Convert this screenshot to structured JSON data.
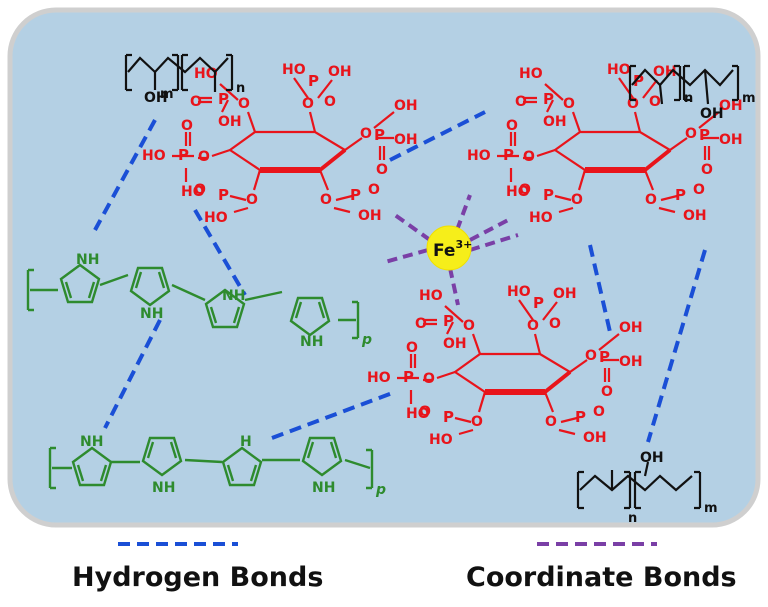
{
  "colors": {
    "panel": "#b4d0e4",
    "panel_border": "#cfcfcf",
    "phytic_acid": "#e8141b",
    "polypyrrole": "#2e8b2e",
    "pva": "#111111",
    "hydrogen_bond": "#1a4fd6",
    "coordinate_bond": "#7a3fa6",
    "iron_ion": "#f6ee1a"
  },
  "icons": {
    "hydrogen_bond_swatch": "blue-dashed-line",
    "coordinate_bond_swatch": "purple-dashed-line"
  },
  "labels": {
    "iron_ion": "Fe",
    "iron_charge": "3+",
    "pva_subscript_m": "m",
    "pva_subscript_n": "n",
    "ppy_subscript_p": "p",
    "hydroxyl": "OH",
    "nh": "NH",
    "h": "H",
    "n": "N"
  },
  "legend": {
    "hydrogen_bonds": "Hydrogen Bonds",
    "coordinate_bonds": "Coordinate Bonds"
  }
}
